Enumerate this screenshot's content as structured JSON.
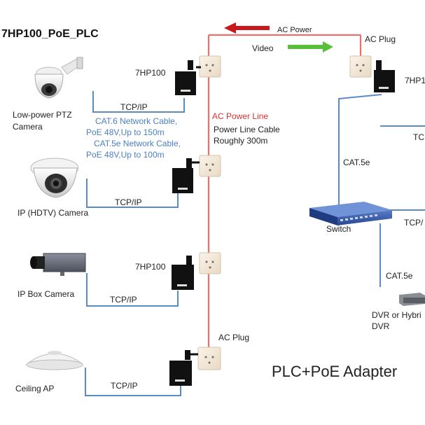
{
  "title": "7HP100_PoE_PLC",
  "subtitle": "PLC+PoE Adapter",
  "top": {
    "ac_power": "AC Power",
    "video": "Video",
    "ac_plug_right": "AC Plug",
    "device_right": "7HP1"
  },
  "wall_line": {
    "label": "AC Power Line",
    "desc_line1": "Power Line Cable",
    "desc_line2": "Roughly 300m"
  },
  "cable_notes": {
    "line1": "CAT.6 Network Cable,",
    "line2": "PoE 48V,Up to 150m",
    "line3": "CAT.5e Network Cable,",
    "line4": "PoE 48V,Up to 100m"
  },
  "devices": [
    {
      "id": "ptz",
      "camera": "Low-power PTZ",
      "camera2": "Camera",
      "link": "TCP/IP",
      "adapter": "7HP100"
    },
    {
      "id": "hdtv",
      "camera": "IP (HDTV) Camera",
      "link": "TCP/IP"
    },
    {
      "id": "box",
      "camera": "IP Box Camera",
      "link": "TCP/IP",
      "adapter": "7HP100"
    },
    {
      "id": "ap",
      "camera": "Ceiling AP",
      "link": "TCP/IP",
      "plug": "AC Plug"
    }
  ],
  "right_side": {
    "switch": "Switch",
    "cat5e_top": "CAT.5e",
    "cat5e_bottom": "CAT.5e",
    "tcp_top": "TCI",
    "tcp_mid": "TCP/",
    "dvr_line1": "DVR or Hybri",
    "dvr_line2": "DVR"
  },
  "colors": {
    "power_line": "#e8706e",
    "network": "#5b8ac7",
    "arrow_red": "#c8191e",
    "arrow_green": "#5bbf3a"
  }
}
